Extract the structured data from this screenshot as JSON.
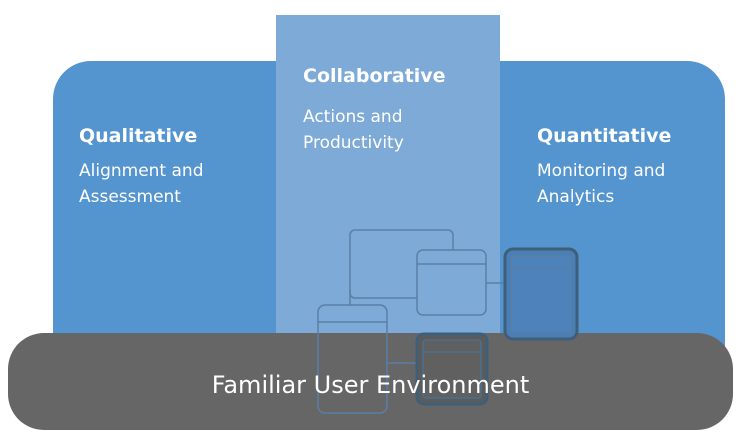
{
  "colors": {
    "outer_panel": "#5494cf",
    "center_panel": "#7eaad8",
    "base_bar": "#666666",
    "device_stroke": "#5a7fa6",
    "device_highlight": "#4a7fb6",
    "device_dark_stroke": "#3f5f78",
    "text": "#ffffff"
  },
  "sections": {
    "qualitative": {
      "title": "Qualitative",
      "subtitle": "Alignment and Assessment"
    },
    "collaborative": {
      "title": "Collaborative",
      "subtitle": "Actions and Productivity"
    },
    "quantitative": {
      "title": "Quantitative",
      "subtitle": "Monitoring and Analytics"
    }
  },
  "base": {
    "label": "Familiar User Environment"
  },
  "icons": [
    "desktop-monitor-icon",
    "laptop-screen-icon",
    "tablet-icon",
    "phone-icon",
    "small-tablet-icon"
  ]
}
